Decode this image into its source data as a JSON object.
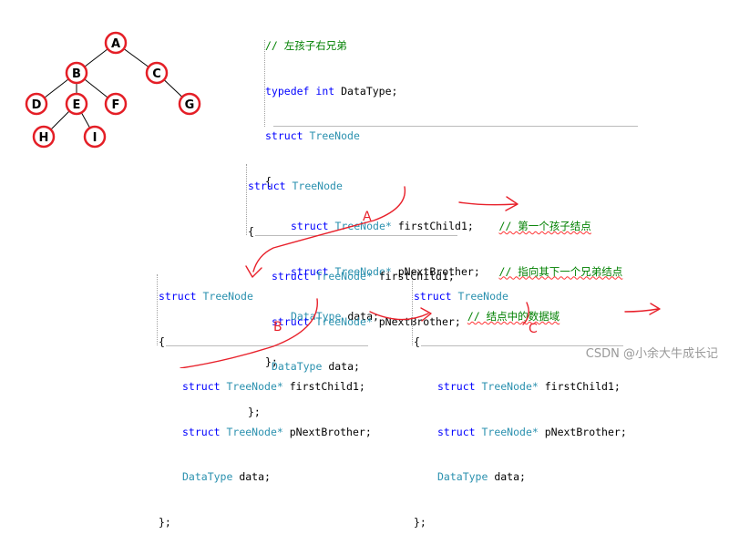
{
  "tree": {
    "nodes": [
      "A",
      "B",
      "C",
      "D",
      "E",
      "F",
      "G",
      "H",
      "I"
    ]
  },
  "code_top": {
    "comment": "// 左孩子右兄弟",
    "typedef_kw": "typedef",
    "int_kw": "int",
    "typedef_name": "DataType;",
    "struct_kw": "struct",
    "struct_name": "TreeNode",
    "open": "{",
    "f1_type": "TreeNode*",
    "f1_name": "firstChild1;",
    "f1_comment": "// 第一个孩子结点",
    "f2_type": "TreeNode*",
    "f2_name": "pNextBrother;",
    "f2_comment": "// 指向其下一个兄弟结点",
    "f3_type": "DataType",
    "f3_name": "data;",
    "f3_comment": "// 结点中的数据域",
    "close": "};"
  },
  "struct_block": {
    "struct_kw": "struct",
    "struct_name": "TreeNode",
    "open": "{",
    "f_type": "TreeNode*",
    "f1_name": "firstChild1;",
    "f2_name": "pNextBrother;",
    "f3_type": "DataType",
    "f3_name": "data;",
    "close": "};"
  },
  "hand_labels": {
    "a": "A",
    "b": "B",
    "c": "C"
  },
  "watermark": "CSDN @小余大牛成长记"
}
